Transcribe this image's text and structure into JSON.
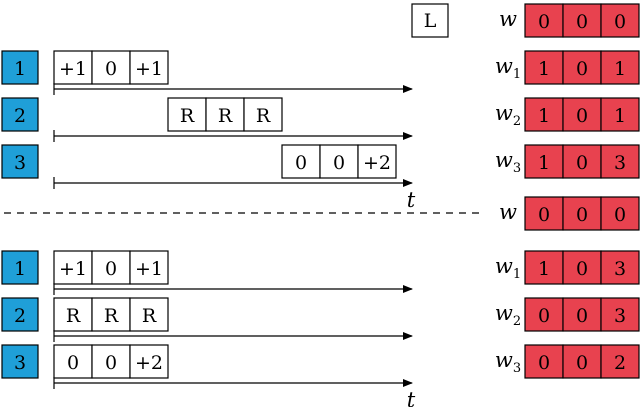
{
  "colors": {
    "process": "#1f9fd8",
    "register": "#e8424f",
    "line": "#000000"
  },
  "legend": {
    "label": "L"
  },
  "t_label": "t",
  "top": {
    "w": {
      "symbol": "w",
      "values": [
        "0",
        "0",
        "0"
      ]
    },
    "rows": [
      {
        "id": "1",
        "ops": [
          "+1",
          "0",
          "+1"
        ],
        "w_symbol": "w",
        "w_sub": "1",
        "w_values": [
          "1",
          "0",
          "1"
        ]
      },
      {
        "id": "2",
        "ops": [
          "R",
          "R",
          "R"
        ],
        "w_symbol": "w",
        "w_sub": "2",
        "w_values": [
          "1",
          "0",
          "1"
        ]
      },
      {
        "id": "3",
        "ops": [
          "0",
          "0",
          "+2"
        ],
        "w_symbol": "w",
        "w_sub": "3",
        "w_values": [
          "1",
          "0",
          "3"
        ]
      }
    ]
  },
  "bottom": {
    "w": {
      "symbol": "w",
      "values": [
        "0",
        "0",
        "0"
      ]
    },
    "rows": [
      {
        "id": "1",
        "ops": [
          "+1",
          "0",
          "+1"
        ],
        "w_symbol": "w",
        "w_sub": "1",
        "w_values": [
          "1",
          "0",
          "3"
        ]
      },
      {
        "id": "2",
        "ops": [
          "R",
          "R",
          "R"
        ],
        "w_symbol": "w",
        "w_sub": "2",
        "w_values": [
          "0",
          "0",
          "3"
        ]
      },
      {
        "id": "3",
        "ops": [
          "0",
          "0",
          "+2"
        ],
        "w_symbol": "w",
        "w_sub": "3",
        "w_values": [
          "0",
          "0",
          "2"
        ]
      }
    ]
  }
}
